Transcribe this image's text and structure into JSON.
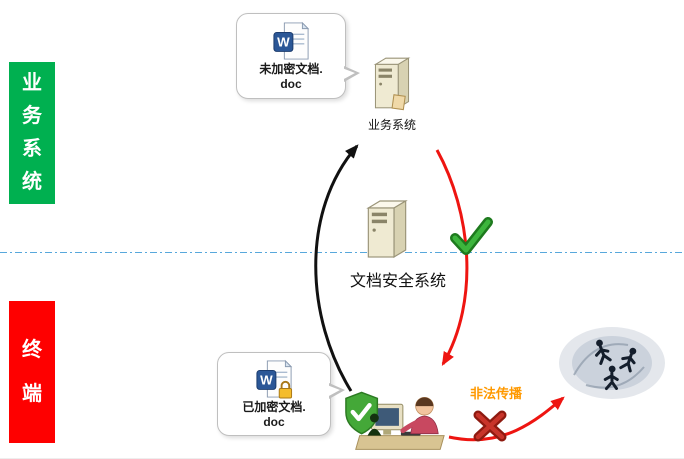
{
  "bands": {
    "business": {
      "label": "业务系统",
      "color": "#00B050"
    },
    "terminal": {
      "label": "终端",
      "color": "#FE0000"
    }
  },
  "callouts": {
    "unencrypted": {
      "line1": "未加密文档.",
      "line2": "doc"
    },
    "encrypted": {
      "line1": "已加密文档.",
      "line2": "doc"
    }
  },
  "servers": {
    "business": {
      "label": "业务系统"
    },
    "security": {
      "label": "文档安全系统"
    }
  },
  "annotations": {
    "illegal_spread": {
      "label": "非法传播",
      "color": "#FF9900"
    },
    "allowed_check": {
      "icon": "check-icon",
      "color": "#2FA12F"
    },
    "blocked_cross": {
      "icon": "cross-icon",
      "color": "#C43030"
    }
  },
  "arrows": {
    "upload_color": "#111111",
    "distribute_color": "#EE1511"
  },
  "icons": {
    "word_letter": "W",
    "word_doc": "word-document-icon",
    "word_doc_locked": "word-document-locked-icon",
    "server": "server-icon",
    "user": "user-at-computer-icon",
    "scatter": "people-scattering-icon"
  }
}
